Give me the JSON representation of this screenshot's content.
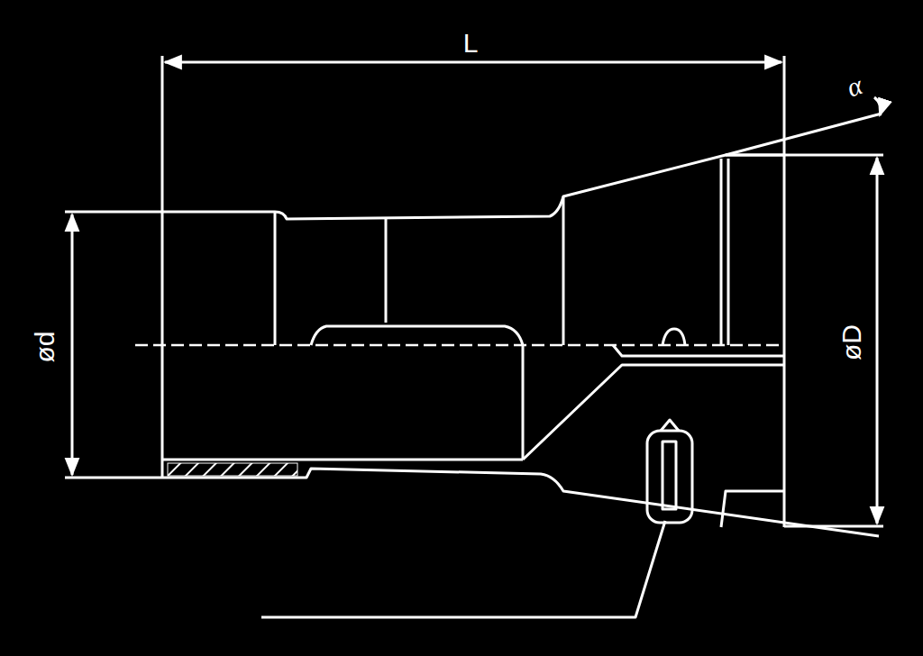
{
  "diagram": {
    "labels": [
      "L",
      "α",
      "ød",
      "øD"
    ]
  }
}
